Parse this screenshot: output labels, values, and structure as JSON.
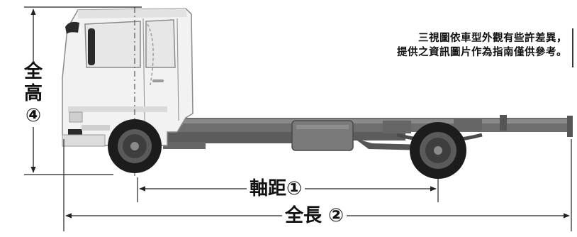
{
  "note": {
    "line1": "三視圖依車型外觀有些許差異，",
    "line2": "提供之資訊圖片作為指南僅供參考。"
  },
  "dimensions": {
    "height": {
      "chars": [
        "全",
        "高",
        "④"
      ]
    },
    "wheelbase": {
      "label": "軸距①"
    },
    "overall_length": {
      "label": "全長 ②"
    }
  },
  "colors": {
    "truck_body": "#f2f2f2",
    "chassis": "#6e6e6e",
    "tire": "#1c1c1c",
    "dimension_line": "#222222",
    "text": "#111111"
  }
}
